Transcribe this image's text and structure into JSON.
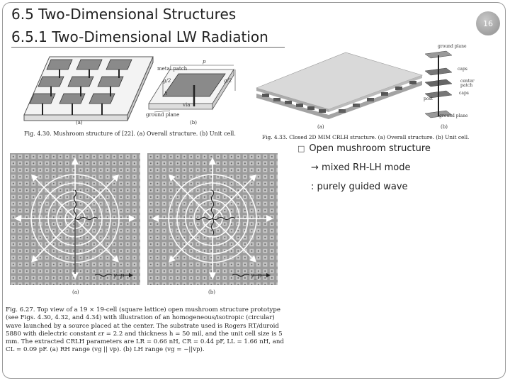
{
  "slide": {
    "title_line1": "6.5 Two-Dimensional Structures",
    "title_line2": "6.5.1 Two-Dimensional LW Radiation",
    "page_number": "16"
  },
  "fig430": {
    "caption": "Fig. 4.30.   Mushroom structure of [22]. (a) Overall structure. (b) Unit cell.",
    "sub_a": "(a)",
    "sub_b": "(b)",
    "label_metal_patch": "metal patch",
    "label_ground_plane": "ground plane",
    "label_via": "via",
    "label_p": "p",
    "label_g2": "g/2",
    "label_g2_side": "g/2",
    "label_h": "h"
  },
  "fig433": {
    "caption": "Fig. 4.33.   Closed 2D MIM CRLH structure. (a) Overall structure. (b) Unit cell.",
    "sub_a": "(a)",
    "sub_b": "(b)",
    "label_ground_plane_top": "ground plane",
    "label_caps_top": "caps",
    "label_center_patch": "center patch",
    "label_caps_bottom": "caps",
    "label_post": "post",
    "label_ground_plane_bottom": "ground plane"
  },
  "bullets": {
    "item1": "Open mushroom structure",
    "item2": "→ mixed RH-LH mode",
    "item3": ": purely guided wave",
    "bullet_glyph": "□"
  },
  "fig627": {
    "sub_a": "(a)",
    "sub_b": "(b)",
    "arrow_label": "v_p",
    "caption": "Fig. 6.27.   Top view of a 19 × 19-cell (square lattice) open mushroom structure prototype (see Figs. 4.30, 4.32, and 4.34) with illustration of an homogeneous/isotropic (circular) wave launched by a source placed at the center. The substrate used is Rogers RT/duroid 5880 with dielectric constant εr = 2.2 and thickness h = 50 mil, and the unit cell size is 5 mm. The extracted CRLH parameters are LR = 0.66 nH, CR = 0.44 pF, LL = 1.66 nH, and CL = 0.09 pF. (a) RH range (vg || vp). (b) LH range (vg = −||vp)."
  }
}
